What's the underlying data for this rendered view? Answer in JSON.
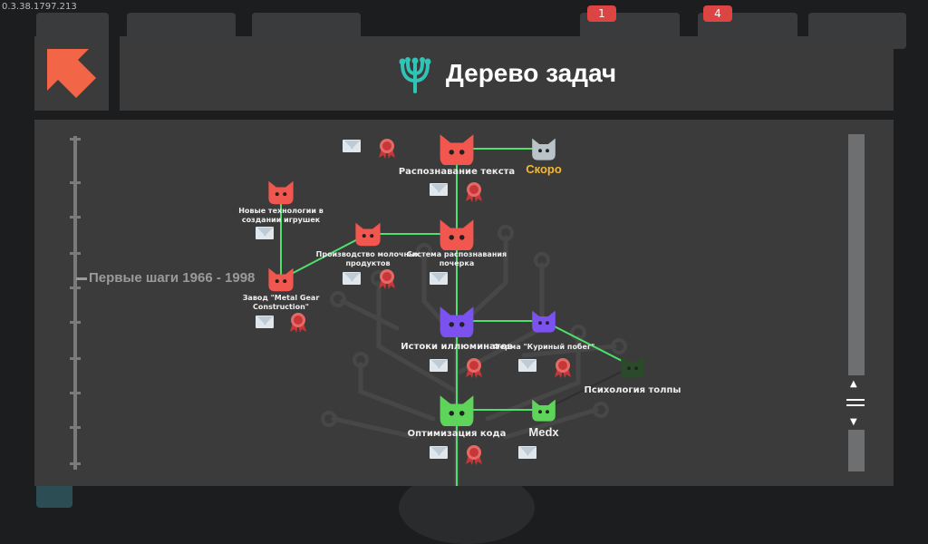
{
  "version": "0.3.38.1797.213",
  "hud": {
    "badge_mail": "1",
    "badge_cart": "4"
  },
  "title": "Дерево задач",
  "era": "Первые шаги 1966 - 1998",
  "colors": {
    "red": "#f2574f",
    "purple": "#7b52f0",
    "green": "#5ed55a",
    "dark_green": "#2b4a2a",
    "gray": "#b8c4c8",
    "edge": "#4ee06a",
    "soon": "#f5b82e"
  },
  "nodes": {
    "text_recognition": "Распознавание текста",
    "soon": "Скоро",
    "new_tech": "Новые технологии в\nсоздании игрушек",
    "dairy": "Производство молочных\nпродуктов",
    "handwriting": "Система распознавания\nпочерка",
    "metal_gear": "Завод \"Metal Gear\nConstruction\"",
    "illuminati": "Истоки иллюминатов",
    "chicken_farm": "Ферма \"Куриный побег\"",
    "crowd_psych": "Психология толпы",
    "code_opt": "Оптимизация кода",
    "medx": "Medx"
  }
}
